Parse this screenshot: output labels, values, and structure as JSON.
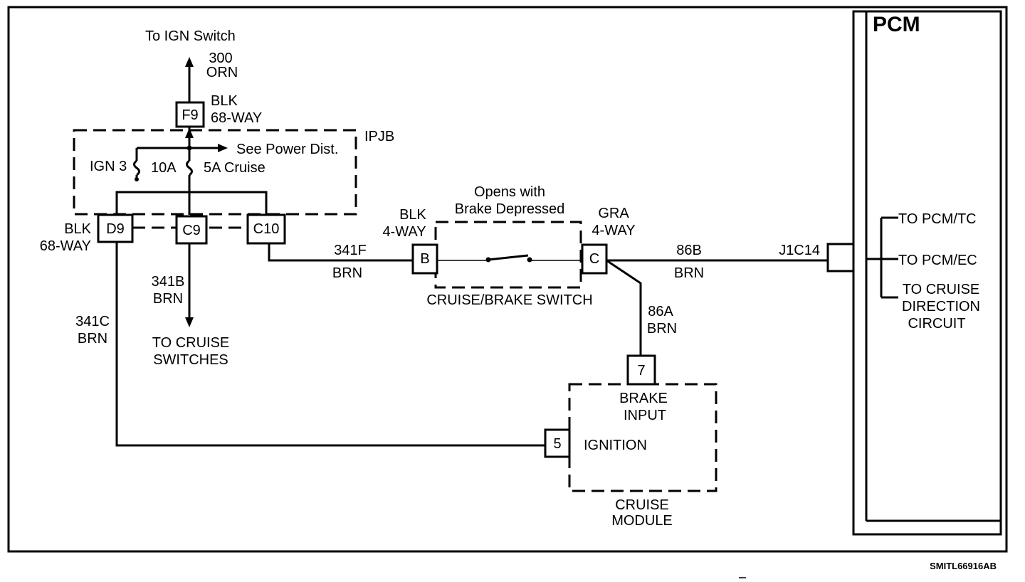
{
  "diagram": {
    "ign_switch": "To IGN Switch",
    "wire_300": "300",
    "wire_orn": "ORN",
    "f9": "F9",
    "f9_color": "BLK",
    "f9_way": "68-WAY",
    "ipjb": "IPJB",
    "see_power": "See Power Dist.",
    "ign3": "IGN 3",
    "fuse_10a": "10A",
    "fuse_5a": "5A Cruise",
    "left_color": "BLK",
    "left_way": "68-WAY",
    "d9": "D9",
    "c9": "C9",
    "c10": "C10",
    "w341b": "341B",
    "w341b_color": "BRN",
    "cruise_switches_1": "TO CRUISE",
    "cruise_switches_2": "SWITCHES",
    "w341c": "341C",
    "w341c_color": "BRN",
    "w341f": "341F",
    "w341f_color": "BRN",
    "b_color": "BLK",
    "b_way": "4-WAY",
    "b": "B",
    "opens_1": "Opens with",
    "opens_2": "Brake Depressed",
    "brake_switch": "CRUISE/BRAKE SWITCH",
    "c_color": "GRA",
    "c_way": "4-WAY",
    "c": "C",
    "w86b": "86B",
    "w86b_color": "BRN",
    "w86a": "86A",
    "w86a_color": "BRN",
    "pin7": "7",
    "brake_input_1": "BRAKE",
    "brake_input_2": "INPUT",
    "pin5": "5",
    "ignition": "IGNITION",
    "module_1": "CRUISE",
    "module_2": "MODULE",
    "j1c14": "J1C14",
    "pcm": "PCM",
    "to_pcm_tc": "TO PCM/TC",
    "to_pcm_ec": "TO PCM/EC",
    "direction_1": "TO CRUISE",
    "direction_2": "DIRECTION",
    "direction_3": "CIRCUIT",
    "figure_id": "SMITL66916AB"
  }
}
